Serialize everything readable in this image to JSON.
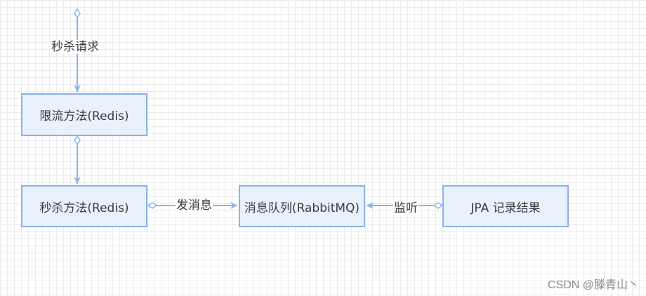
{
  "nodes": {
    "rate_limit": "限流方法(Redis)",
    "seckill": "秒杀方法(Redis)",
    "queue": "消息队列(RabbitMQ)",
    "jpa": "JPA 记录结果"
  },
  "edges": {
    "request": "秒杀请求",
    "send_message": "发消息",
    "listen": "监听"
  },
  "watermark": "CSDN @滕青山丶",
  "colors": {
    "node_fill": "#e9f1fd",
    "node_border": "#89b4ec",
    "edge": "#89b4ec"
  }
}
